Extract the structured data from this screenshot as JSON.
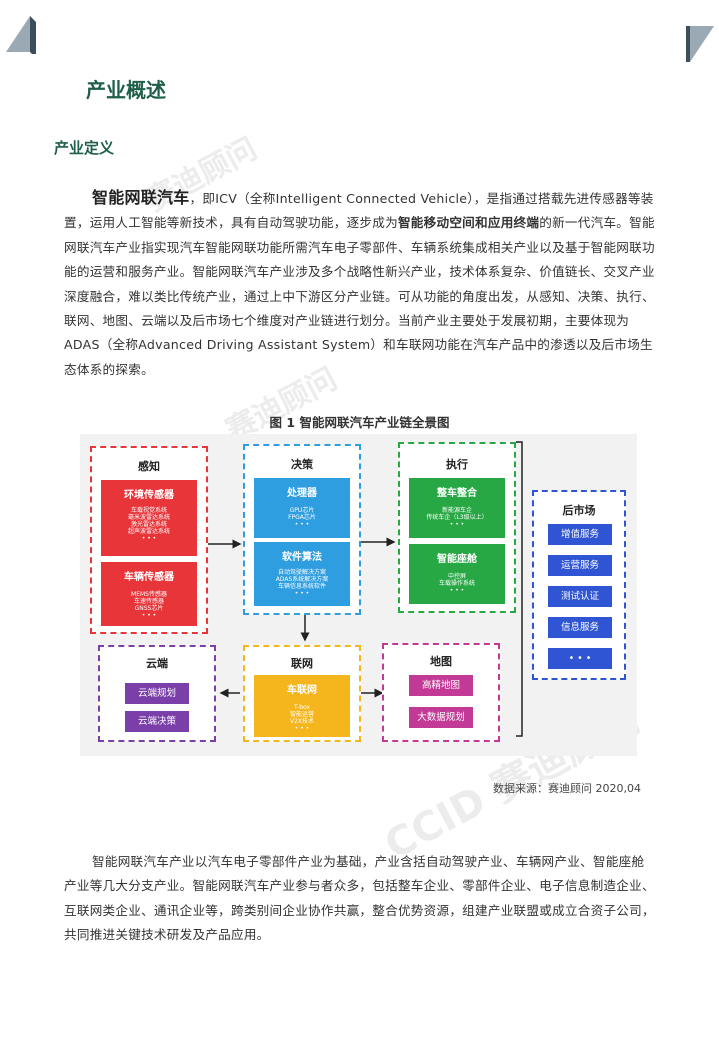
{
  "page_title": "产业概述",
  "section_title": "产业定义",
  "para1": {
    "lead": "智能网联汽车",
    "t1": "，即ICV（全称Intelligent Connected Vehicle），是指通过搭载先进传感器等装置，运用人工智能等新技术，具有自动驾驶功能，逐步成为",
    "bold1": "智能移动空间和应用终端",
    "t2": "的新一代汽车。智能网联汽车产业指实现汽车智能网联功能所需汽车电子零部件、车辆系统集成相关产业以及基于智能网联功能的运营和服务产业。智能网联汽车产业涉及多个战略性新兴产业，技术体系复杂、价值链长、交叉产业深度融合，难以类比传统产业，通过上中下游区分产业链。可从功能的角度出发，从感知、决策、执行、联网、地图、云端以及后市场七个维度对产业链进行划分。当前产业主要处于发展初期，主要体现为ADAS（全称Advanced Driving Assistant System）和车联网功能在汽车产品中的渗透以及后市场生态体系的探索。"
  },
  "figure": {
    "title": "图 1  智能网联汽车产业链全景图",
    "source": "数据来源：赛迪顾问    2020,04",
    "perception": {
      "title": "感知",
      "env": {
        "title": "环境传感器",
        "items": [
          "车载视觉系统",
          "毫米波雷达系统",
          "激光雷达系统",
          "超声波雷达系统",
          "• • •"
        ]
      },
      "veh": {
        "title": "车辆传感器",
        "items": [
          "MEMS传感器",
          "车速传感器",
          "GNSS芯片",
          "• • •"
        ]
      }
    },
    "decision": {
      "title": "决策",
      "proc": {
        "title": "处理器",
        "items": [
          "GPU芯片",
          "FPGA芯片",
          "• • •"
        ]
      },
      "soft": {
        "title": "软件算法",
        "items": [
          "自动驾驶解决方案",
          "ADAS系统解决方案",
          "车辆信息系统软件",
          "• • •"
        ]
      }
    },
    "execution": {
      "title": "执行",
      "vehicle": {
        "title": "整车整合",
        "items": [
          "新能源车企",
          "传统车企（L3级以上）",
          "• • •"
        ]
      },
      "cockpit": {
        "title": "智能座舱",
        "items": [
          "中控屏",
          "车载操作系统",
          "• • •"
        ]
      }
    },
    "aftermarket": {
      "title": "后市场",
      "items": [
        "增值服务",
        "运营服务",
        "测试认证",
        "信息服务",
        "• • •"
      ]
    },
    "cloud": {
      "title": "云端",
      "items": [
        "云端规划",
        "云端决策"
      ]
    },
    "network": {
      "title": "联网",
      "sub": {
        "title": "车联网",
        "items": [
          "T-box",
          "智能运营",
          "V2X技术",
          "• • •"
        ]
      }
    },
    "map": {
      "title": "地图",
      "items": [
        "高精地图",
        "大数据规划"
      ]
    }
  },
  "para2": "智能网联汽车产业以汽车电子零部件产业为基础，产业含括自动驾驶产业、车辆网产业、智能座舱产业等几大分支产业。智能网联汽车产业参与者众多，包括整车企业、零部件企业、电子信息制造企业、互联网类企业、通讯企业等，跨类别间企业协作共赢，整合优势资源，组建产业联盟或成立合资子公司，共同推进关键技术研发及产品应用。",
  "colors": {
    "heading": "#1f5f4a",
    "red": "#e8353a",
    "blue": "#2f9ee0",
    "green": "#27a844",
    "navy": "#2f55d4",
    "purple": "#7a3fa8",
    "yellow": "#f5b51c",
    "magenta": "#c33a96"
  }
}
